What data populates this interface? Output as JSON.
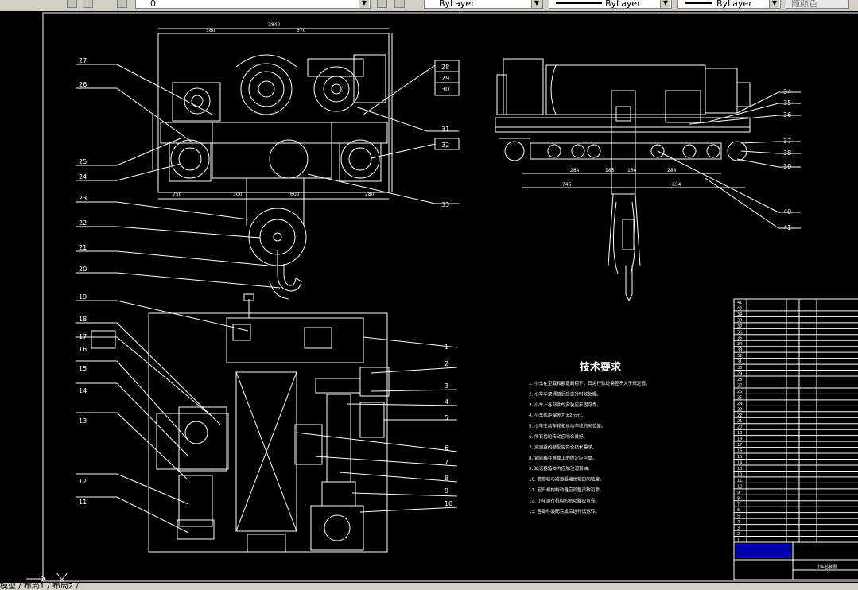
{
  "toolbar": {
    "layer_name": "0",
    "color_label": "ByLayer",
    "linetype_label": "ByLayer",
    "lineweight_label": "ByLayer",
    "plotstyle_label": "随颜色"
  },
  "statusbar": {
    "command_text": "模型 / 布局1 / 布局2 /"
  },
  "drawing": {
    "tech_title": "技术要求",
    "tech_notes": [
      "1. 小车在空载和额定载荷下，其运行轨迹偏差不大于规定值。",
      "2. 小车车架焊接后应进行时效处理。",
      "3. 小车上各部件的安装应牢固可靠。",
      "4. 小车轨距偏差为±2mm。",
      "5. 小车主动车轮和从动车轮的同位差。",
      "6. 所有齿轮传动应啮合良好。",
      "7. 减速器的装配应符合技术要求。",
      "8. 钢丝绳在卷筒上的固定应可靠。",
      "9. 减速器箱体内应加注润滑油。",
      "10. 卷筒轴与减速器输出轴的同轴度。",
      "11. 起升机构制动器应调整灵敏可靠。",
      "12. 小车运行机构的制动器应可靠。",
      "13. 各部件装配完成后进行试运转。"
    ],
    "part_numbers_top_left": [
      "27",
      "26",
      "25",
      "24",
      "23",
      "22",
      "21",
      "20"
    ],
    "part_numbers_top_right_a": [
      "28",
      "29",
      "30",
      "31",
      "32",
      "33"
    ],
    "part_numbers_top_right_b": [
      "34",
      "35",
      "36",
      "37",
      "38",
      "39",
      "40",
      "41"
    ],
    "part_numbers_bottom_left": [
      "19",
      "18",
      "17",
      "16",
      "15",
      "14",
      "13",
      "12",
      "11"
    ],
    "part_numbers_bottom_right": [
      "1",
      "2",
      "3",
      "4",
      "5",
      "6",
      "7",
      "8",
      "9",
      "10"
    ],
    "dims_top": [
      "1840",
      "580",
      "570",
      "750",
      "300",
      "600",
      "280"
    ],
    "dims_right_view": [
      "745",
      "634",
      "284",
      "183",
      "136",
      "284"
    ],
    "bom_numbers": [
      "41",
      "40",
      "39",
      "38",
      "37",
      "36",
      "35",
      "34",
      "33",
      "32",
      "31",
      "30",
      "29",
      "28",
      "27",
      "26",
      "25",
      "24",
      "23",
      "22",
      "21",
      "20",
      "19",
      "18",
      "17",
      "16",
      "15",
      "14",
      "13",
      "12",
      "11",
      "10",
      "9",
      "8",
      "7",
      "6",
      "5",
      "4",
      "3",
      "2",
      "1"
    ],
    "title_block_name": "小车总装图"
  },
  "colors": {
    "background": "#000000",
    "line": "#ffffff",
    "toolbar": "#d4d0c8",
    "title_fill": "#0000aa"
  }
}
